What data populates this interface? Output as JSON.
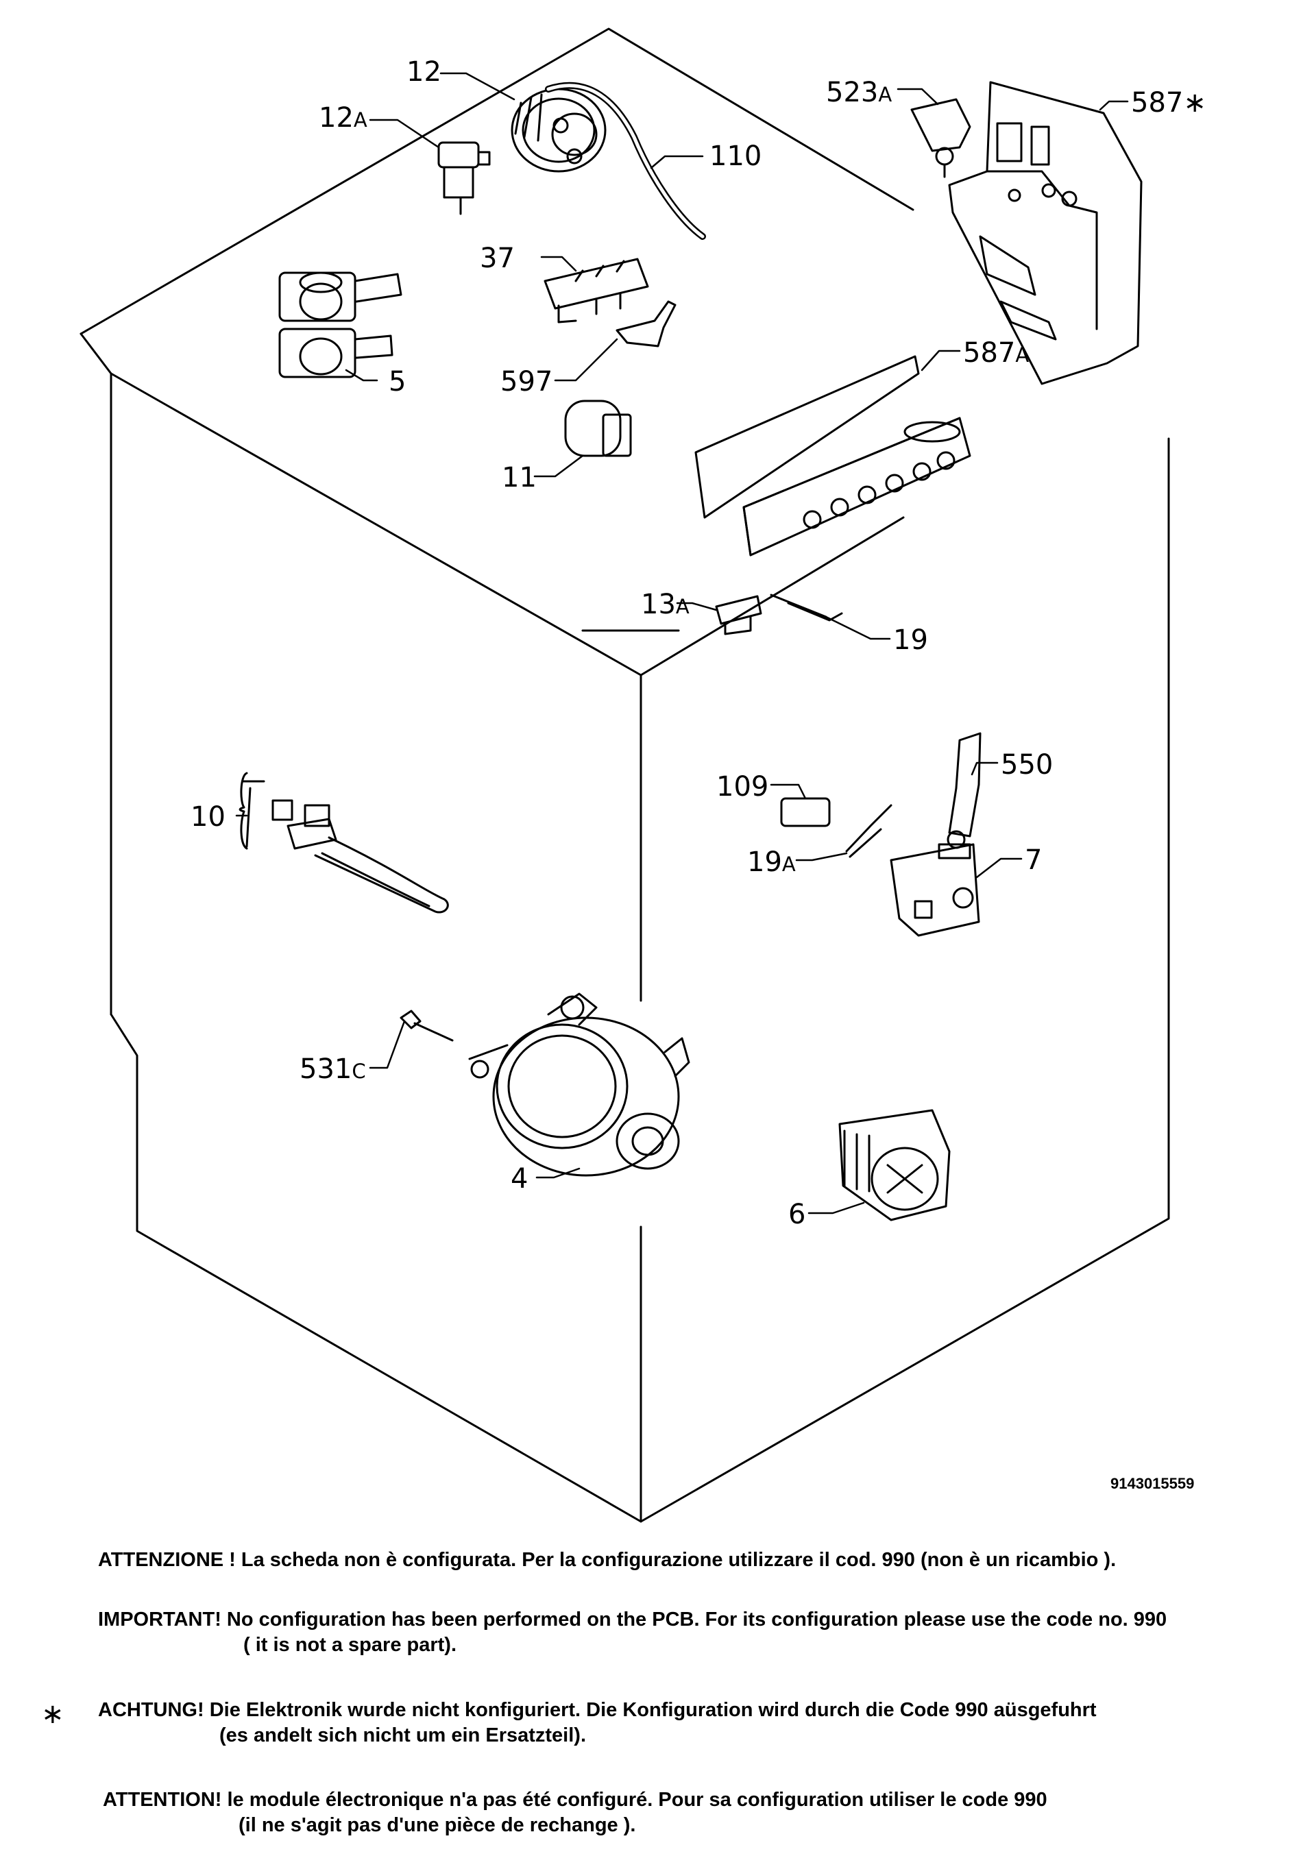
{
  "callouts": {
    "c12": "12",
    "c12a": "12",
    "c12a_sub": "A",
    "c110": "110",
    "c523a": "523",
    "c523a_sub": "A",
    "c587star": "587∗",
    "c37": "37",
    "c5": "5",
    "c597": "597",
    "c587a": "587",
    "c587a_sub": "A",
    "c11": "11",
    "c13a": "13",
    "c13a_sub": "A",
    "c19": "19",
    "c550": "550",
    "c109": "109",
    "c10": "10",
    "c19a": "19",
    "c19a_sub": "A",
    "c7": "7",
    "c531c": "531",
    "c531c_sub": "C",
    "c4": "4",
    "c6": "6"
  },
  "document_id": "9143015559",
  "star_marker": "∗",
  "notices": {
    "it": "ATTENZIONE ! La scheda non è configurata. Per la configurazione utilizzare il cod. 990 (non è un ricambio ).",
    "en_line1": "IMPORTANT! No configuration has been performed on the PCB. For its configuration please use the code no. 990",
    "en_line2": "( it is not a spare part).",
    "de_line1": "ACHTUNG! Die Elektronik wurde nicht konfiguriert. Die Konfiguration wird durch die Code 990 aüsgefuhrt",
    "de_line2": "(es andelt sich nicht um ein Ersatzteil).",
    "fr_line1": "ATTENTION! le module électronique n'a pas été configuré. Pour  sa configuration utiliser le code 990",
    "fr_line2": "(il ne s'agit pas d'une pièce de rechange )."
  }
}
